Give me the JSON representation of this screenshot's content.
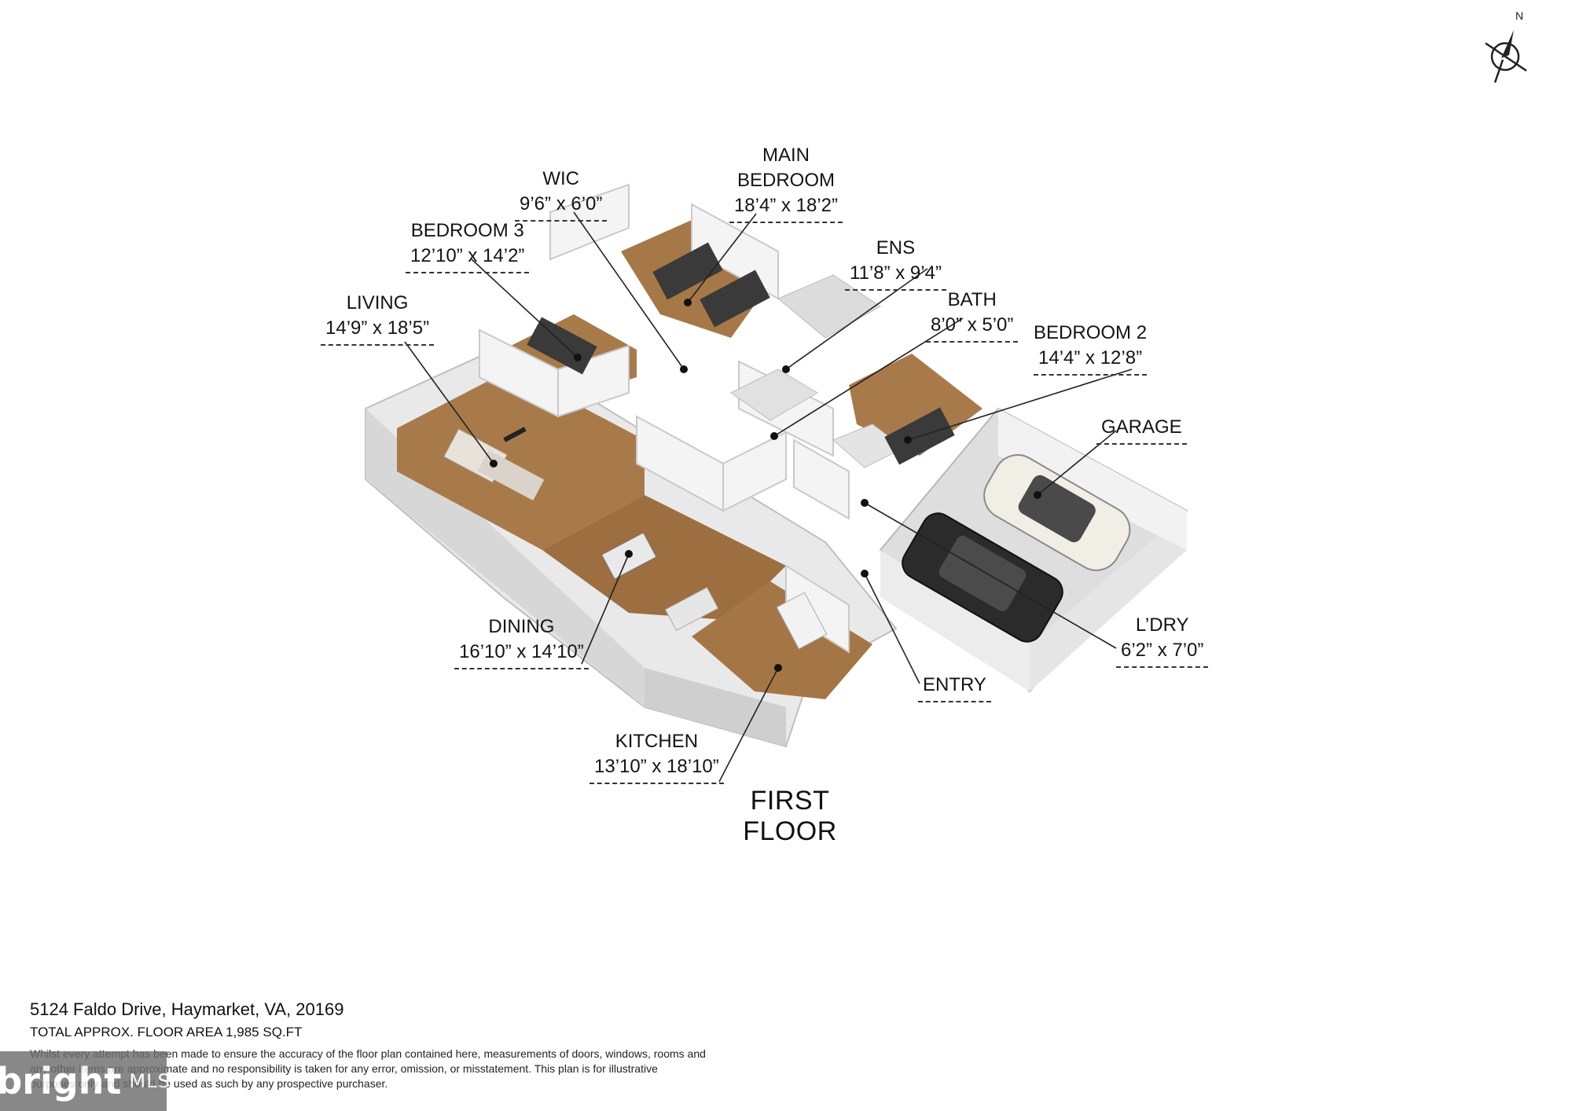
{
  "compass": {
    "label": "N"
  },
  "rooms": [
    {
      "id": "wic",
      "name": "WIC",
      "dims": "9’6” x 6’0”"
    },
    {
      "id": "main",
      "name": "MAIN BEDROOM",
      "dims": "18’4” x 18’2”"
    },
    {
      "id": "bed3",
      "name": "BEDROOM 3",
      "dims": "12’10” x 14’2”"
    },
    {
      "id": "ens",
      "name": "ENS",
      "dims": "11’8” x 9’4”"
    },
    {
      "id": "living",
      "name": "LIVING",
      "dims": "14’9” x 18’5”"
    },
    {
      "id": "bath",
      "name": "BATH",
      "dims": "8’0” x 5’0”"
    },
    {
      "id": "bed2",
      "name": "BEDROOM 2",
      "dims": "14’4” x 12’8”"
    },
    {
      "id": "garage",
      "name": "GARAGE",
      "dims": ""
    },
    {
      "id": "dining",
      "name": "DINING",
      "dims": "16’10” x 14’10”"
    },
    {
      "id": "ldry",
      "name": "L’DRY",
      "dims": "6’2” x 7’0”"
    },
    {
      "id": "entry",
      "name": "ENTRY",
      "dims": ""
    },
    {
      "id": "kitchen",
      "name": "KITCHEN",
      "dims": "13’10” x 18’10”"
    }
  ],
  "floor_title": "FIRST FLOOR",
  "footer": {
    "address": "5124 Faldo Drive, Haymarket, VA, 20169",
    "area": "TOTAL APPROX. FLOOR AREA 1,985 SQ.FT",
    "disclaimer": "Whilst every attempt has been made to ensure the accuracy of the floor plan contained here, measurements of doors, windows, rooms and any other items are approximate and no responsibility is taken for any error, omission, or misstatement. This plan is for illustrative purposes only and should be used as such by any prospective purchaser."
  },
  "watermark": {
    "brand": "bright",
    "suffix": "MLS"
  }
}
